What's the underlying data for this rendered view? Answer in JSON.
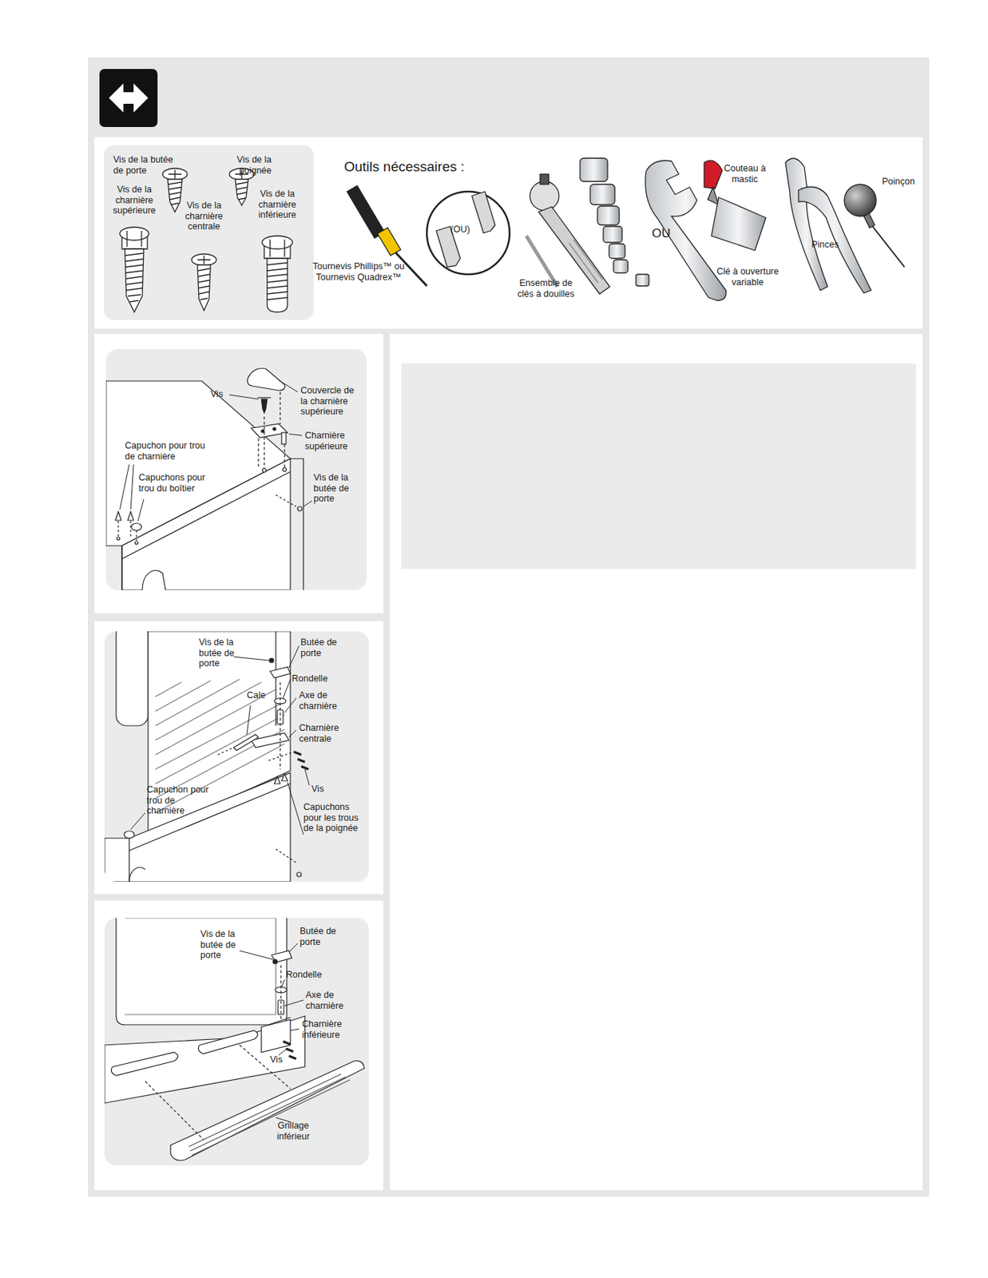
{
  "diagram": {
    "labels": [
      "Vis de la butée de porte",
      "Vis de la poignée",
      "Vis de la charnière supérieure",
      "Vis de la charnière centrale",
      "Vis de la charnière inférieure",
      "Outils nécessaires :",
      "(OU)",
      "Tournevis Phillips™ ou Tournevis Quadrex™",
      "Ensemble de clés à douilles",
      "OU",
      "Couteau à mastic",
      "Clé à ouverture variable",
      "Pinces",
      "Poinçon",
      "Vis",
      "Couvercle de la charnière supérieure",
      "Charnière supérieure",
      "Capuchon pour trou de charnière",
      "Capuchons pour trou du boîtier",
      "Vis de la butée de porte",
      "Vis de la butée de porte",
      "Butée de porte",
      "Rondelle",
      "Cale",
      "Axe de charnière",
      "Charnière centrale",
      "Vis",
      "Capuchon pour trou de charnière",
      "Capuchons pour les trous de la poignée",
      "Vis de la butée de porte",
      "Butée de porte",
      "Rondelle",
      "Axe de charnière",
      "Charnière inférieure",
      "Vis",
      "Grillage inférieur"
    ]
  }
}
